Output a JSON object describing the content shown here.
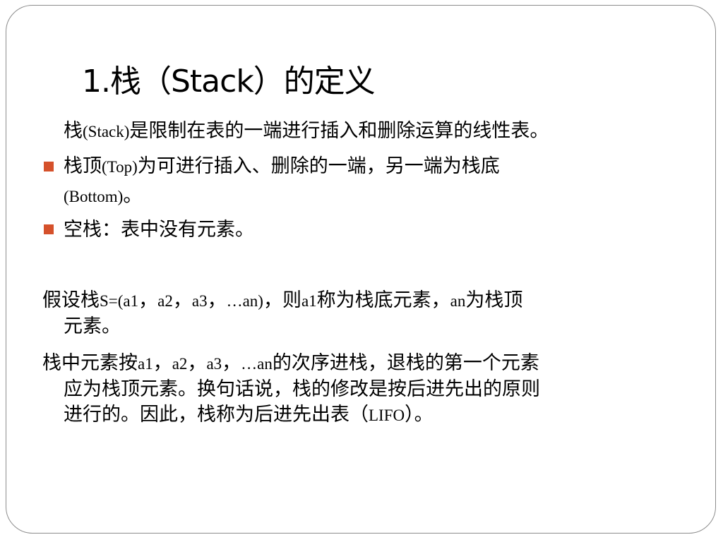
{
  "slide": {
    "title": "1.栈（Stack）的定义",
    "p1": {
      "pre": "栈",
      "latin": "(Stack)",
      "post": "是限制在表的一端进行插入和删除运算的线性表。"
    },
    "p2": {
      "pre": "栈顶",
      "latin": "(Top)",
      "post": "为可进行插入、删除的一端，另一端为栈底",
      "latin2": "(Bottom)",
      "post2": "。"
    },
    "p3": "空栈：表中没有元素。",
    "p4": {
      "pre": "假设栈",
      "latin1": "S=(a1",
      "sep1": "，",
      "latin2": "a2",
      "sep2": "，",
      "latin3": "a3",
      "sep3": "，",
      "latin4": "…an)",
      "mid1": "，则",
      "latin5": "a1",
      "mid2": "称为栈底元素，",
      "latin6": "an",
      "mid3": "为栈顶",
      "line2": "元素。"
    },
    "p5": {
      "pre": "栈中元素按",
      "latin1": "a1",
      "sep1": "，",
      "latin2": "a2",
      "sep2": "，",
      "latin3": "a3",
      "sep3": "，",
      "latin4": "…an",
      "post": "的次序进栈，退栈的第一个元素",
      "line2": "应为栈顶元素。换句话说，栈的修改是按后进先出的原则",
      "line3_pre": "进行的。因此，栈称为后进先出表（",
      "line3_latin": "LIFO",
      "line3_post": "）。"
    },
    "colors": {
      "bullet": "#d5512b",
      "frame": "#8c8c8c",
      "text": "#000000"
    }
  }
}
